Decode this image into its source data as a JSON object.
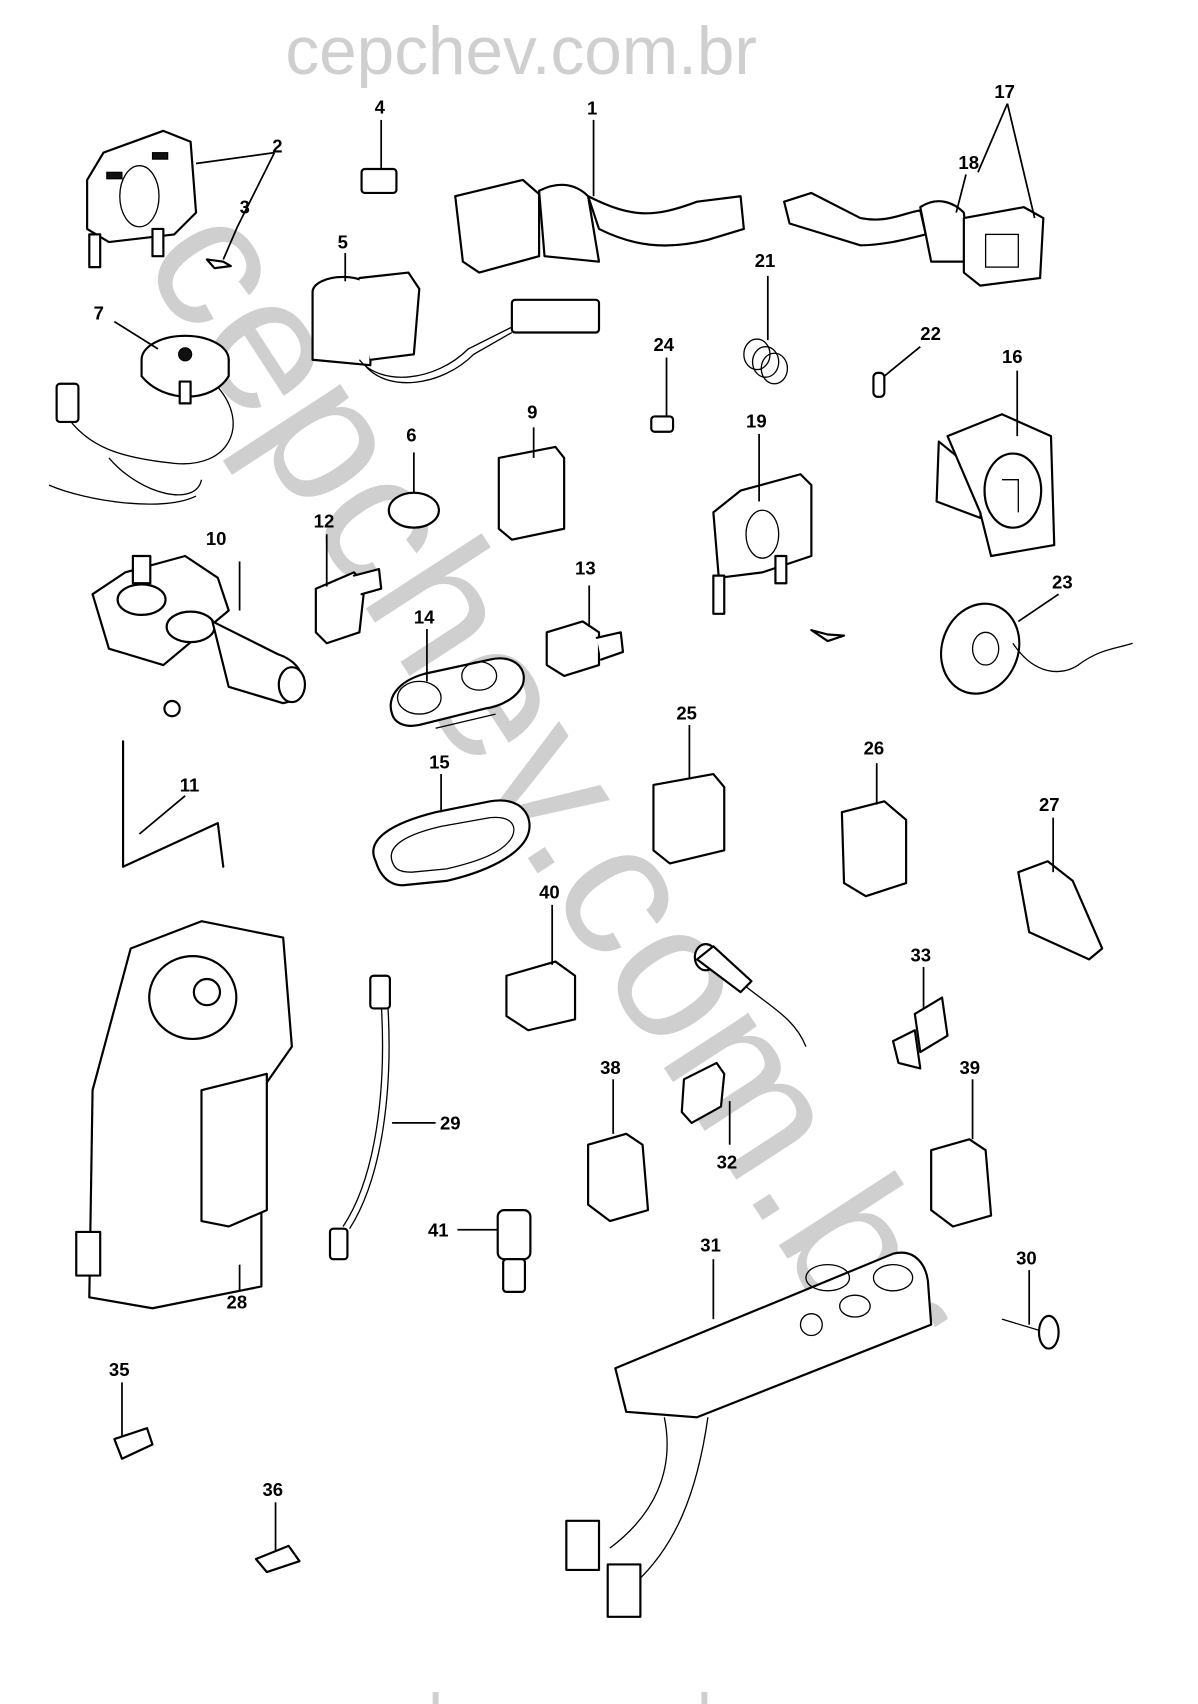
{
  "watermark": {
    "text": "cepchev.com.br",
    "color": "#cfcfcf"
  },
  "diagram": {
    "title": "Electrical switches, relays and motors parts breakdown",
    "callouts": [
      {
        "number": "1",
        "part": "combination-switch-lever"
      },
      {
        "number": "2",
        "part": "switch-housing"
      },
      {
        "number": "3",
        "part": "clip"
      },
      {
        "number": "4",
        "part": "small-connector"
      },
      {
        "number": "5",
        "part": "light-switch-with-harness"
      },
      {
        "number": "6",
        "part": "button-cap"
      },
      {
        "number": "7",
        "part": "sensor-with-harness"
      },
      {
        "number": "9",
        "part": "relay"
      },
      {
        "number": "10",
        "part": "wiper-motor"
      },
      {
        "number": "11",
        "part": "wire-rod"
      },
      {
        "number": "12",
        "part": "relay-with-bracket"
      },
      {
        "number": "13",
        "part": "module-with-bracket"
      },
      {
        "number": "14",
        "part": "dual-push-switch"
      },
      {
        "number": "15",
        "part": "switch-bezel"
      },
      {
        "number": "16",
        "part": "headlight-rotary-switch"
      },
      {
        "number": "17",
        "part": "wiper-switch-lever"
      },
      {
        "number": "18",
        "part": "switch-boot"
      },
      {
        "number": "19",
        "part": "switch-housing"
      },
      {
        "number": "21",
        "part": "spring"
      },
      {
        "number": "22",
        "part": "bulb"
      },
      {
        "number": "23",
        "part": "horn-contact-ring"
      },
      {
        "number": "24",
        "part": "connector-clip"
      },
      {
        "number": "25",
        "part": "relay"
      },
      {
        "number": "26",
        "part": "flasher-relay"
      },
      {
        "number": "27",
        "part": "hazard-switch"
      },
      {
        "number": "28",
        "part": "window-motor"
      },
      {
        "number": "29",
        "part": "wiring-lead"
      },
      {
        "number": "30",
        "part": "screw"
      },
      {
        "number": "31",
        "part": "window-switch-console"
      },
      {
        "number": "32",
        "part": "micro-switch"
      },
      {
        "number": "33",
        "part": "bracket"
      },
      {
        "number": "35",
        "part": "clip"
      },
      {
        "number": "36",
        "part": "clip"
      },
      {
        "number": "38",
        "part": "relay"
      },
      {
        "number": "39",
        "part": "relay"
      },
      {
        "number": "40",
        "part": "relay"
      },
      {
        "number": "41",
        "part": "pressure-switch"
      }
    ]
  }
}
